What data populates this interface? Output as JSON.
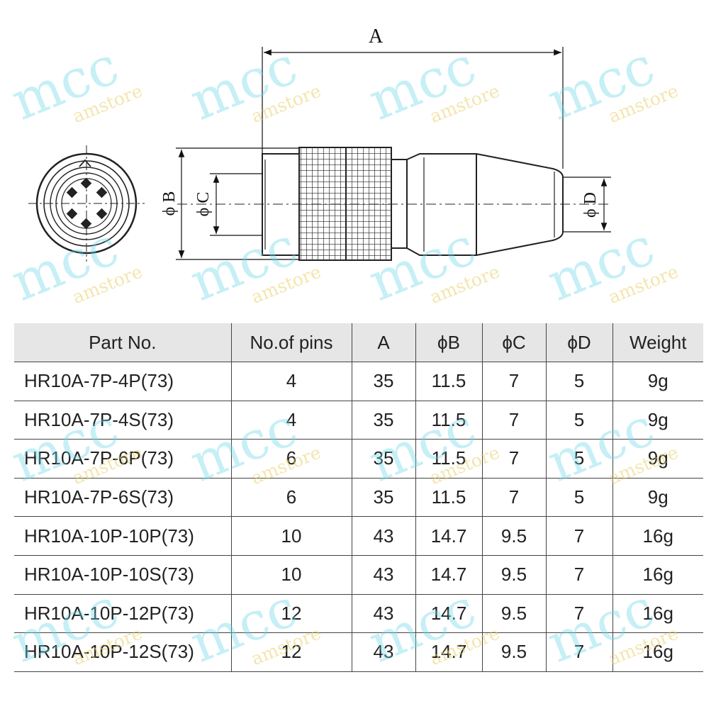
{
  "drawing": {
    "dimension_labels": {
      "a": "A",
      "b": "ϕ B",
      "c": "ϕ C",
      "d": "ϕ D"
    }
  },
  "table": {
    "headers": [
      "Part No.",
      "No.of pins",
      "A",
      "ϕB",
      "ϕC",
      "ϕD",
      "Weight"
    ],
    "rows": [
      [
        "HR10A-7P-4P(73)",
        "4",
        "35",
        "11.5",
        "7",
        "5",
        "9g"
      ],
      [
        "HR10A-7P-4S(73)",
        "4",
        "35",
        "11.5",
        "7",
        "5",
        "9g"
      ],
      [
        "HR10A-7P-6P(73)",
        "6",
        "35",
        "11.5",
        "7",
        "5",
        "9g"
      ],
      [
        "HR10A-7P-6S(73)",
        "6",
        "35",
        "11.5",
        "7",
        "5",
        "9g"
      ],
      [
        "HR10A-10P-10P(73)",
        "10",
        "43",
        "14.7",
        "9.5",
        "7",
        "16g"
      ],
      [
        "HR10A-10P-10S(73)",
        "10",
        "43",
        "14.7",
        "9.5",
        "7",
        "16g"
      ],
      [
        "HR10A-10P-12P(73)",
        "12",
        "43",
        "14.7",
        "9.5",
        "7",
        "16g"
      ],
      [
        "HR10A-10P-12S(73)",
        "12",
        "43",
        "14.7",
        "9.5",
        "7",
        "16g"
      ]
    ]
  },
  "watermark": {
    "brand": "mcc",
    "store": "amstore"
  },
  "colors": {
    "watermark_brand": "#69d4e8",
    "watermark_store": "#e9cf6b",
    "header_bg": "#e6e6e6"
  }
}
